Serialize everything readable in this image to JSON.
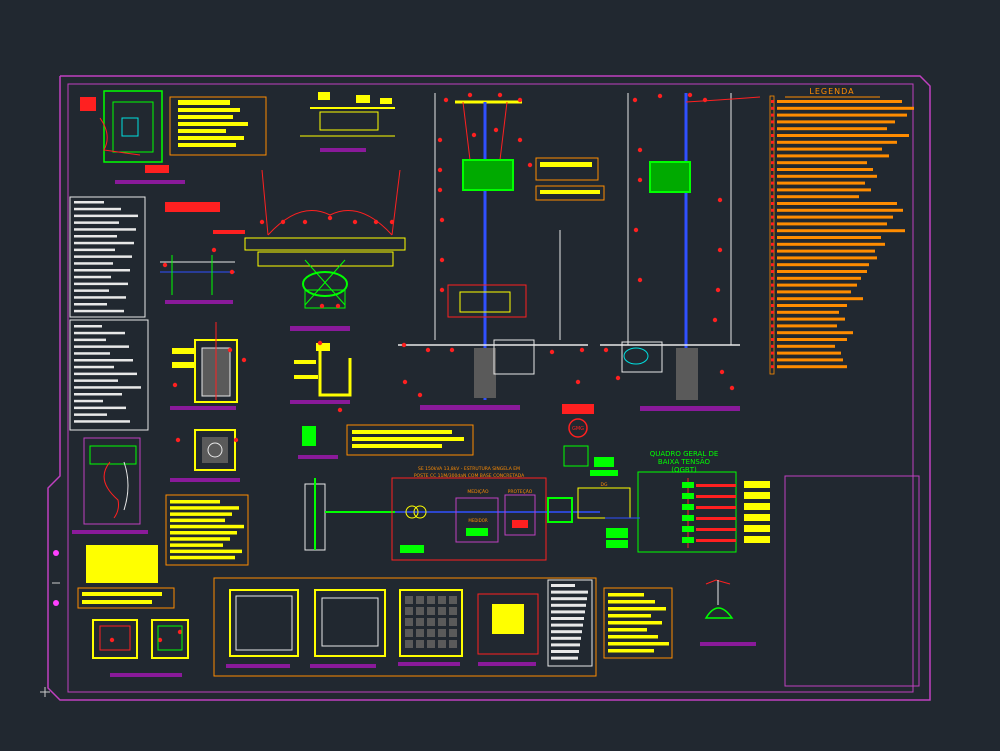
{
  "legend": {
    "title": "LEGENDA"
  },
  "substation_caption": {
    "line1": "SE 150kVA 13,8kV - ESTRUTURA SINGELA EM",
    "line2": "POSTE CC 11M/300daN COM BASE CONCRETADA"
  },
  "cells": {
    "medicao": "MEDIÇÃO",
    "protecao": "PROTEÇÃO",
    "medidor": "MEDIDOR",
    "dg": "DG"
  },
  "qgbt": {
    "line1": "QUADRO GERAL DE",
    "line2": "BAIXA TENSÃO",
    "line3": "(QGBT)"
  },
  "generator": {
    "label": "GMG"
  },
  "colors": {
    "background": "#212830",
    "frame": "#c040c0",
    "yellow": "#ffff00",
    "orange": "#ff8c00",
    "green": "#00ff00",
    "red": "#ff2020",
    "purple": "#8a1a9a",
    "white": "#e8e8e8",
    "cyan": "#00e0e0",
    "blue": "#3050ff"
  }
}
